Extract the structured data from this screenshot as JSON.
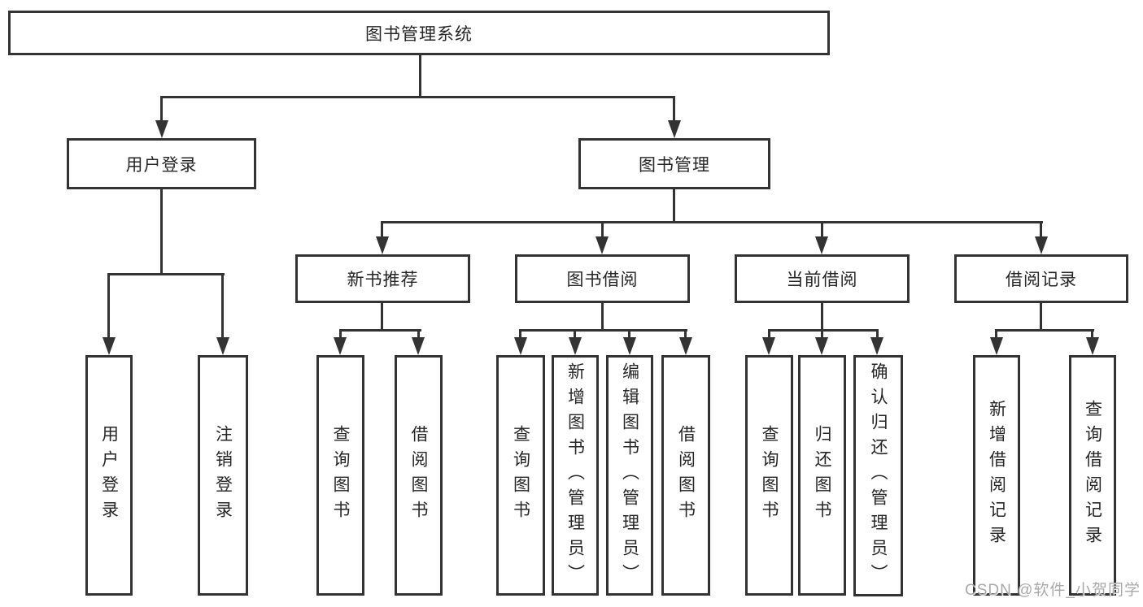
{
  "tree": {
    "root": {
      "label": "图书管理系统",
      "children": [
        {
          "label": "用户登录",
          "children": [
            {
              "label": "用户登录"
            },
            {
              "label": "注销登录"
            }
          ]
        },
        {
          "label": "图书管理",
          "children": [
            {
              "label": "新书推荐",
              "children": [
                {
                  "label": "查询图书"
                },
                {
                  "label": "借阅图书"
                }
              ]
            },
            {
              "label": "图书借阅",
              "children": [
                {
                  "label": "查询图书"
                },
                {
                  "label": "新增图书（管理员）"
                },
                {
                  "label": "编辑图书（管理员）"
                },
                {
                  "label": "借阅图书"
                }
              ]
            },
            {
              "label": "当前借阅",
              "children": [
                {
                  "label": "查询图书"
                },
                {
                  "label": "归还图书"
                },
                {
                  "label": "确认归还（管理员）"
                }
              ]
            },
            {
              "label": "借阅记录",
              "children": [
                {
                  "label": "新增借阅记录"
                },
                {
                  "label": "查询借阅记录"
                }
              ]
            }
          ]
        }
      ]
    }
  },
  "colors": {
    "line": "#333333",
    "text": "#262626",
    "background": "#ffffff",
    "watermark": "#a9a9a9"
  },
  "watermark": {
    "text": "CSDN @软件_小贺同学"
  }
}
